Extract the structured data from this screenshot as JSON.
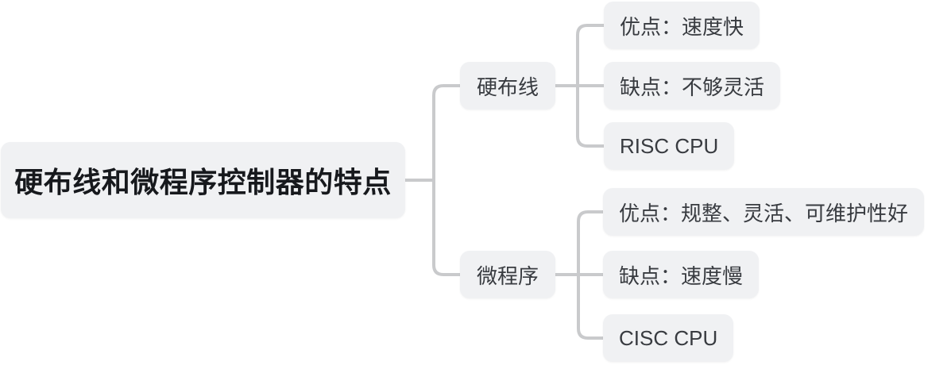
{
  "canvas": {
    "background": "#ffffff"
  },
  "colors": {
    "node_bg": "#f0f1f3",
    "connector": "#c9cacc",
    "root_text": "#17191d",
    "child_text": "#383b40"
  },
  "mindmap": {
    "root": {
      "label": "硬布线和微程序控制器的特点"
    },
    "branches": [
      {
        "label": "硬布线",
        "children": [
          {
            "label": "优点：速度快"
          },
          {
            "label": "缺点：不够灵活"
          },
          {
            "label": "RISC CPU"
          }
        ]
      },
      {
        "label": "微程序",
        "children": [
          {
            "label": "优点：规整、灵活、可维护性好"
          },
          {
            "label": "缺点：速度慢"
          },
          {
            "label": "CISC CPU"
          }
        ]
      }
    ]
  }
}
